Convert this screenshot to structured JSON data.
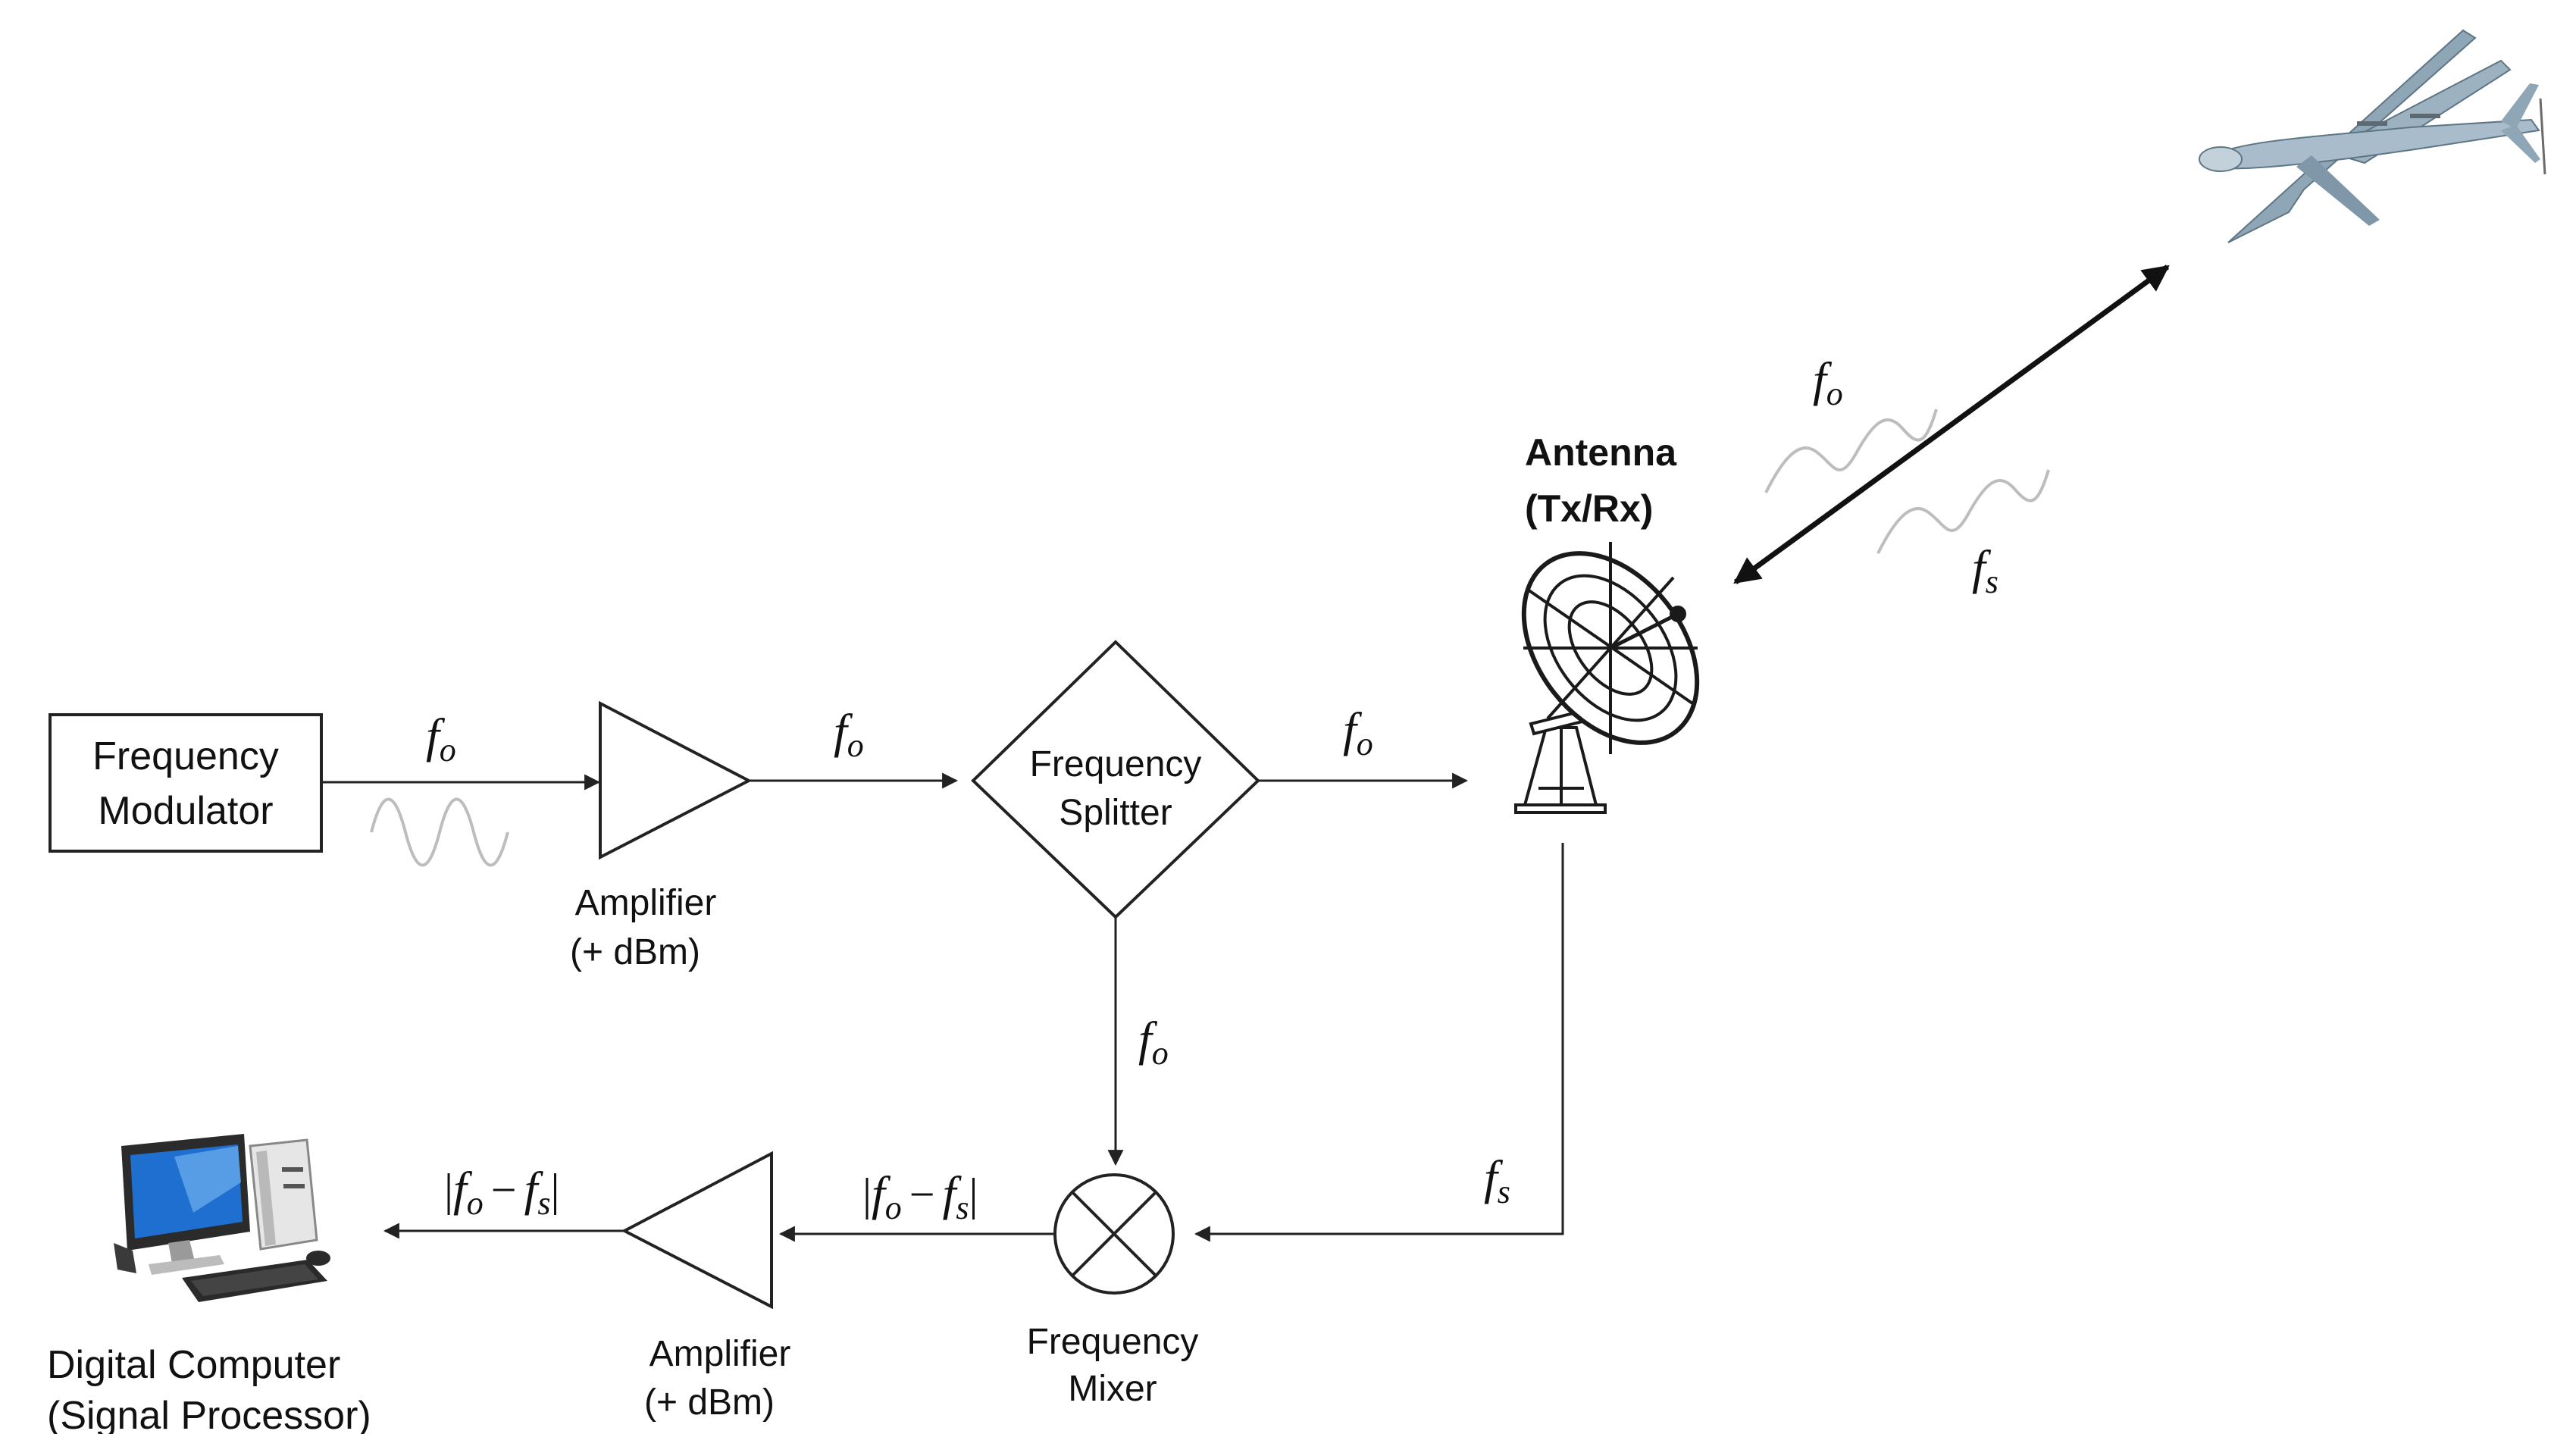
{
  "blocks": {
    "modulator": {
      "line1": "Frequency",
      "line2": "Modulator"
    },
    "amplifier_tx": {
      "line1": "Amplifier",
      "line2": "(+ dBm)"
    },
    "splitter": {
      "line1": "Frequency",
      "line2": "Splitter"
    },
    "antenna": {
      "line1": "Antenna",
      "line2": "(Tx/Rx)"
    },
    "mixer": {
      "line1": "Frequency",
      "line2": "Mixer"
    },
    "amplifier_rx": {
      "line1": "Amplifier",
      "line2": "(+ dBm)"
    },
    "computer": {
      "line1": "Digital Computer",
      "line2": "(Signal Processor)"
    }
  },
  "signals": {
    "f": "f",
    "o": "o",
    "s": "s",
    "bar": "|",
    "minus": "−"
  },
  "colors": {
    "line": "#222222",
    "wave": "#bdbdbd",
    "drone": "#8fa6b6",
    "screen": "#1f6fd1"
  },
  "icons": [
    "satellite-dish-icon",
    "drone-icon",
    "desktop-computer-icon",
    "mixer-cross-icon"
  ]
}
